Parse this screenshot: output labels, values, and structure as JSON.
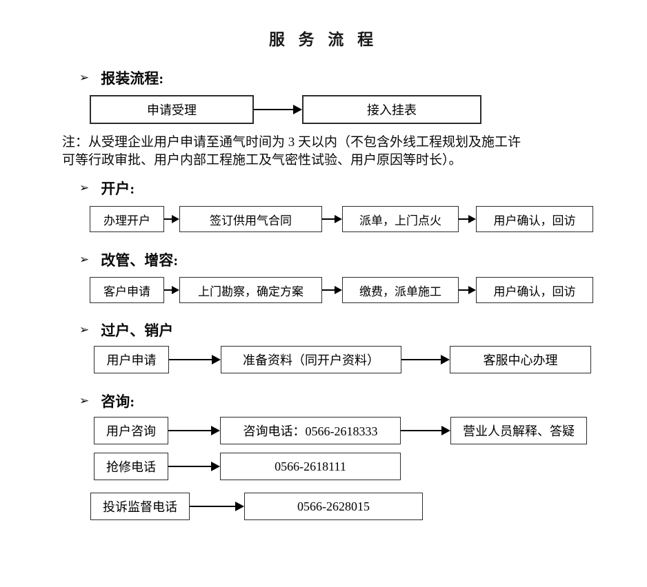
{
  "title": "服 务 流 程",
  "bullet_icon": "➢",
  "note": {
    "line1": "注：从受理企业用户申请至通气时间为 3 天以内（不包含外线工程规划及施工许",
    "line2": "可等行政审批、用户内部工程施工及气密性试验、用户原因等时长）。"
  },
  "sections": [
    {
      "heading": "报装流程:",
      "boxes": [
        "申请受理",
        "接入挂表"
      ]
    },
    {
      "heading": "开户:",
      "boxes": [
        "办理开户",
        "签订供用气合同",
        "派单，上门点火",
        "用户确认，回访"
      ]
    },
    {
      "heading": "改管、增容:",
      "boxes": [
        "客户申请",
        "上门勘察，确定方案",
        "缴费，派单施工",
        "用户确认，回访"
      ]
    },
    {
      "heading": "过户、销户",
      "boxes": [
        "用户申请",
        "准备资料（同开户资料）",
        "客服中心办理"
      ]
    },
    {
      "heading": "咨询:",
      "rows": [
        [
          "用户咨询",
          "咨询电话：0566-2618333",
          "营业人员解释、答疑"
        ],
        [
          "抢修电话",
          "0566-2618111"
        ],
        [
          "投诉监督电话",
          "0566-2628015"
        ]
      ]
    }
  ],
  "colors": {
    "ink": "#000000",
    "box_border": "#2b2b2b",
    "background": "#ffffff"
  }
}
